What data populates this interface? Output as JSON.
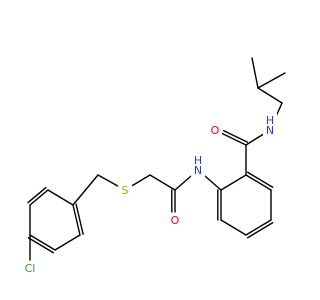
{
  "molecule": {
    "atoms": [
      {
        "id": "c1",
        "kind": "carbon"
      },
      {
        "id": "c2",
        "kind": "carbon"
      },
      {
        "id": "c3",
        "kind": "carbon"
      },
      {
        "id": "c4",
        "kind": "carbon"
      },
      {
        "id": "c5",
        "kind": "carbon"
      },
      {
        "id": "c6",
        "kind": "carbon"
      },
      {
        "id": "cl",
        "kind": "heteroatom",
        "label": "Cl",
        "color": "#2ca02c"
      },
      {
        "id": "ch2a",
        "kind": "carbon"
      },
      {
        "id": "s",
        "kind": "heteroatom",
        "label": "S",
        "color": "#b8a000"
      },
      {
        "id": "ch2b",
        "kind": "carbon"
      },
      {
        "id": "camide1",
        "kind": "carbon"
      },
      {
        "id": "o1",
        "kind": "heteroatom",
        "label": "O",
        "color": "#ff0000"
      },
      {
        "id": "nh1",
        "kind": "heteroatom",
        "label": "H\nN",
        "color": "#1f3fbf"
      },
      {
        "id": "d1",
        "kind": "carbon"
      },
      {
        "id": "d2",
        "kind": "carbon"
      },
      {
        "id": "d3",
        "kind": "carbon"
      },
      {
        "id": "d4",
        "kind": "carbon"
      },
      {
        "id": "d5",
        "kind": "carbon"
      },
      {
        "id": "d6",
        "kind": "carbon"
      },
      {
        "id": "camide2",
        "kind": "carbon"
      },
      {
        "id": "o2",
        "kind": "heteroatom",
        "label": "O",
        "color": "#ff0000"
      },
      {
        "id": "nh2",
        "kind": "heteroatom",
        "label": "H\nN",
        "color": "#1f3fbf"
      },
      {
        "id": "ib1",
        "kind": "carbon"
      },
      {
        "id": "ib2",
        "kind": "carbon"
      },
      {
        "id": "ib3",
        "kind": "carbon"
      },
      {
        "id": "ib4",
        "kind": "carbon"
      }
    ],
    "bonds": [
      {
        "a": "c1",
        "b": "c2",
        "order": 1
      },
      {
        "a": "c2",
        "b": "c3",
        "order": 2
      },
      {
        "a": "c3",
        "b": "c4",
        "order": 1
      },
      {
        "a": "c4",
        "b": "c5",
        "order": 2
      },
      {
        "a": "c5",
        "b": "c6",
        "order": 1
      },
      {
        "a": "c6",
        "b": "c1",
        "order": 2
      },
      {
        "a": "c4",
        "b": "cl",
        "order": 1
      },
      {
        "a": "c1",
        "b": "ch2a",
        "order": 1
      },
      {
        "a": "ch2a",
        "b": "s",
        "order": 1
      },
      {
        "a": "s",
        "b": "ch2b",
        "order": 1
      },
      {
        "a": "ch2b",
        "b": "camide1",
        "order": 1
      },
      {
        "a": "camide1",
        "b": "o1",
        "order": 2
      },
      {
        "a": "camide1",
        "b": "nh1",
        "order": 1
      },
      {
        "a": "nh1",
        "b": "d1",
        "order": 1
      },
      {
        "a": "d1",
        "b": "d2",
        "order": 2
      },
      {
        "a": "d2",
        "b": "d3",
        "order": 1
      },
      {
        "a": "d3",
        "b": "d4",
        "order": 2
      },
      {
        "a": "d4",
        "b": "d5",
        "order": 1
      },
      {
        "a": "d5",
        "b": "d6",
        "order": 2
      },
      {
        "a": "d6",
        "b": "d1",
        "order": 1
      },
      {
        "a": "d6",
        "b": "camide2",
        "order": 1
      },
      {
        "a": "camide2",
        "b": "o2",
        "order": 2
      },
      {
        "a": "camide2",
        "b": "nh2",
        "order": 1
      },
      {
        "a": "nh2",
        "b": "ib1",
        "order": 1
      },
      {
        "a": "ib1",
        "b": "ib2",
        "order": 1
      },
      {
        "a": "ib2",
        "b": "ib3",
        "order": 1
      },
      {
        "a": "ib2",
        "b": "ib4",
        "order": 1
      }
    ]
  }
}
